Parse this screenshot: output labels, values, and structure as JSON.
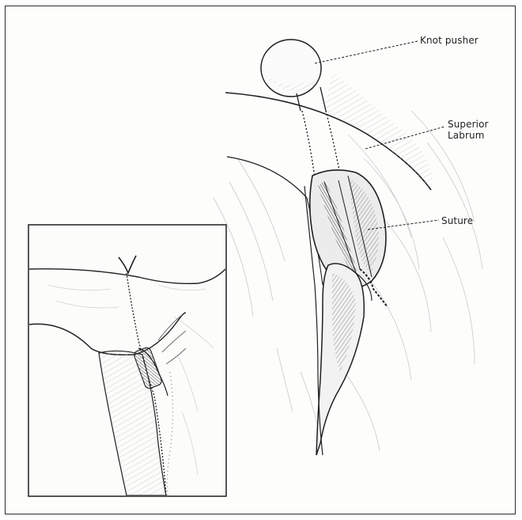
{
  "labels": {
    "knot_pusher": "Knot pusher",
    "superior_labrum_line1": "Superior",
    "superior_labrum_line2": "Labrum",
    "suture": "Suture"
  },
  "colors": {
    "ink": "#1f1f1f",
    "tissue_shade": "#9a9a9a",
    "background": "#fdfdfc"
  }
}
